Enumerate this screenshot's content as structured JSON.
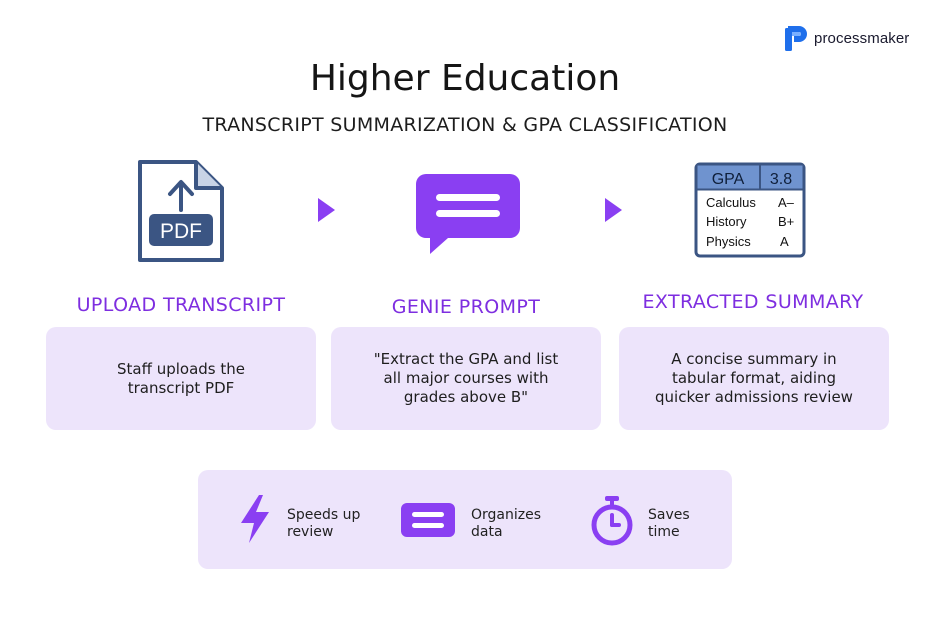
{
  "brand": {
    "name": "processmaker"
  },
  "header": {
    "title": "Higher Education",
    "subtitle": "TRANSCRIPT SUMMARIZATION & GPA CLASSIFICATION"
  },
  "steps": [
    {
      "label": "UPLOAD TRANSCRIPT",
      "icon": "pdf-upload-icon",
      "icon_text": "PDF",
      "description": "Staff uploads the transcript PDF"
    },
    {
      "label": "GENIE PROMPT",
      "icon": "chat-bubble-icon",
      "description": "\"Extract the GPA and list all major courses with grades above B\""
    },
    {
      "label": "EXTRACTED SUMMARY",
      "icon": "gpa-table-icon",
      "description": "A concise summary in tabular format, aiding quicker admissions review"
    }
  ],
  "gpa_table": {
    "header_label": "GPA",
    "header_value": "3.8",
    "rows": [
      {
        "course": "Calculus",
        "grade": "A–"
      },
      {
        "course": "History",
        "grade": "B+"
      },
      {
        "course": "Physics",
        "grade": "A"
      }
    ]
  },
  "benefits": [
    {
      "line1": "Speeds up",
      "line2": "review",
      "icon": "lightning-bolt-icon"
    },
    {
      "line1": "Organizes",
      "line2": "data",
      "icon": "message-box-icon"
    },
    {
      "line1": "Saves",
      "line2": "time",
      "icon": "stopwatch-icon"
    }
  ],
  "colors": {
    "accent_purple": "#8a3ff2",
    "label_purple": "#7e2ee0",
    "card_bg": "#ede4fb",
    "navy": "#3b5583",
    "table_blue": "#6f93cf",
    "brand_blue": "#1f6feb"
  }
}
